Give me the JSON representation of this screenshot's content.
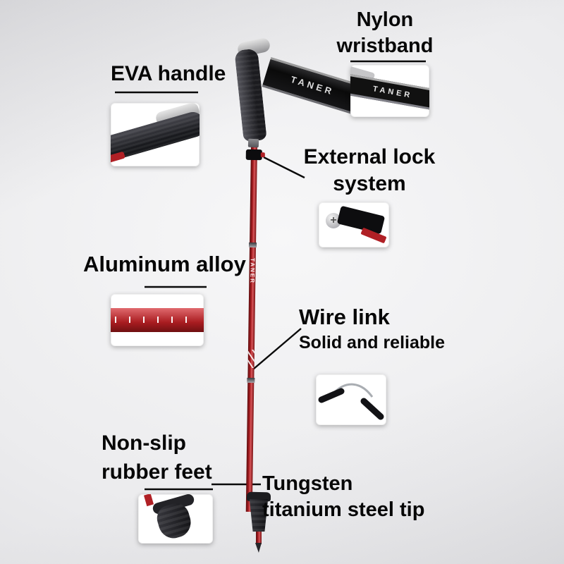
{
  "labels": {
    "wristband": {
      "line1": "Nylon",
      "line2": "wristband"
    },
    "handle": {
      "line1": "EVA handle"
    },
    "lock": {
      "line1": "External lock",
      "line2": "system"
    },
    "alloy": {
      "line1": "Aluminum alloy"
    },
    "wire": {
      "line1": "Wire link",
      "line2": "Solid and reliable"
    },
    "feet": {
      "line1": "Non-slip",
      "line2": "rubber feet"
    },
    "tip": {
      "line1": "Tungsten",
      "line2": "titanium steel tip"
    }
  },
  "pole": {
    "strap_brand": "TANER",
    "shaft_brand": "TANER"
  },
  "colors": {
    "pole_red": "#b02025",
    "strap_black": "#141414",
    "text_black": "#070707",
    "background": "#ececee"
  }
}
